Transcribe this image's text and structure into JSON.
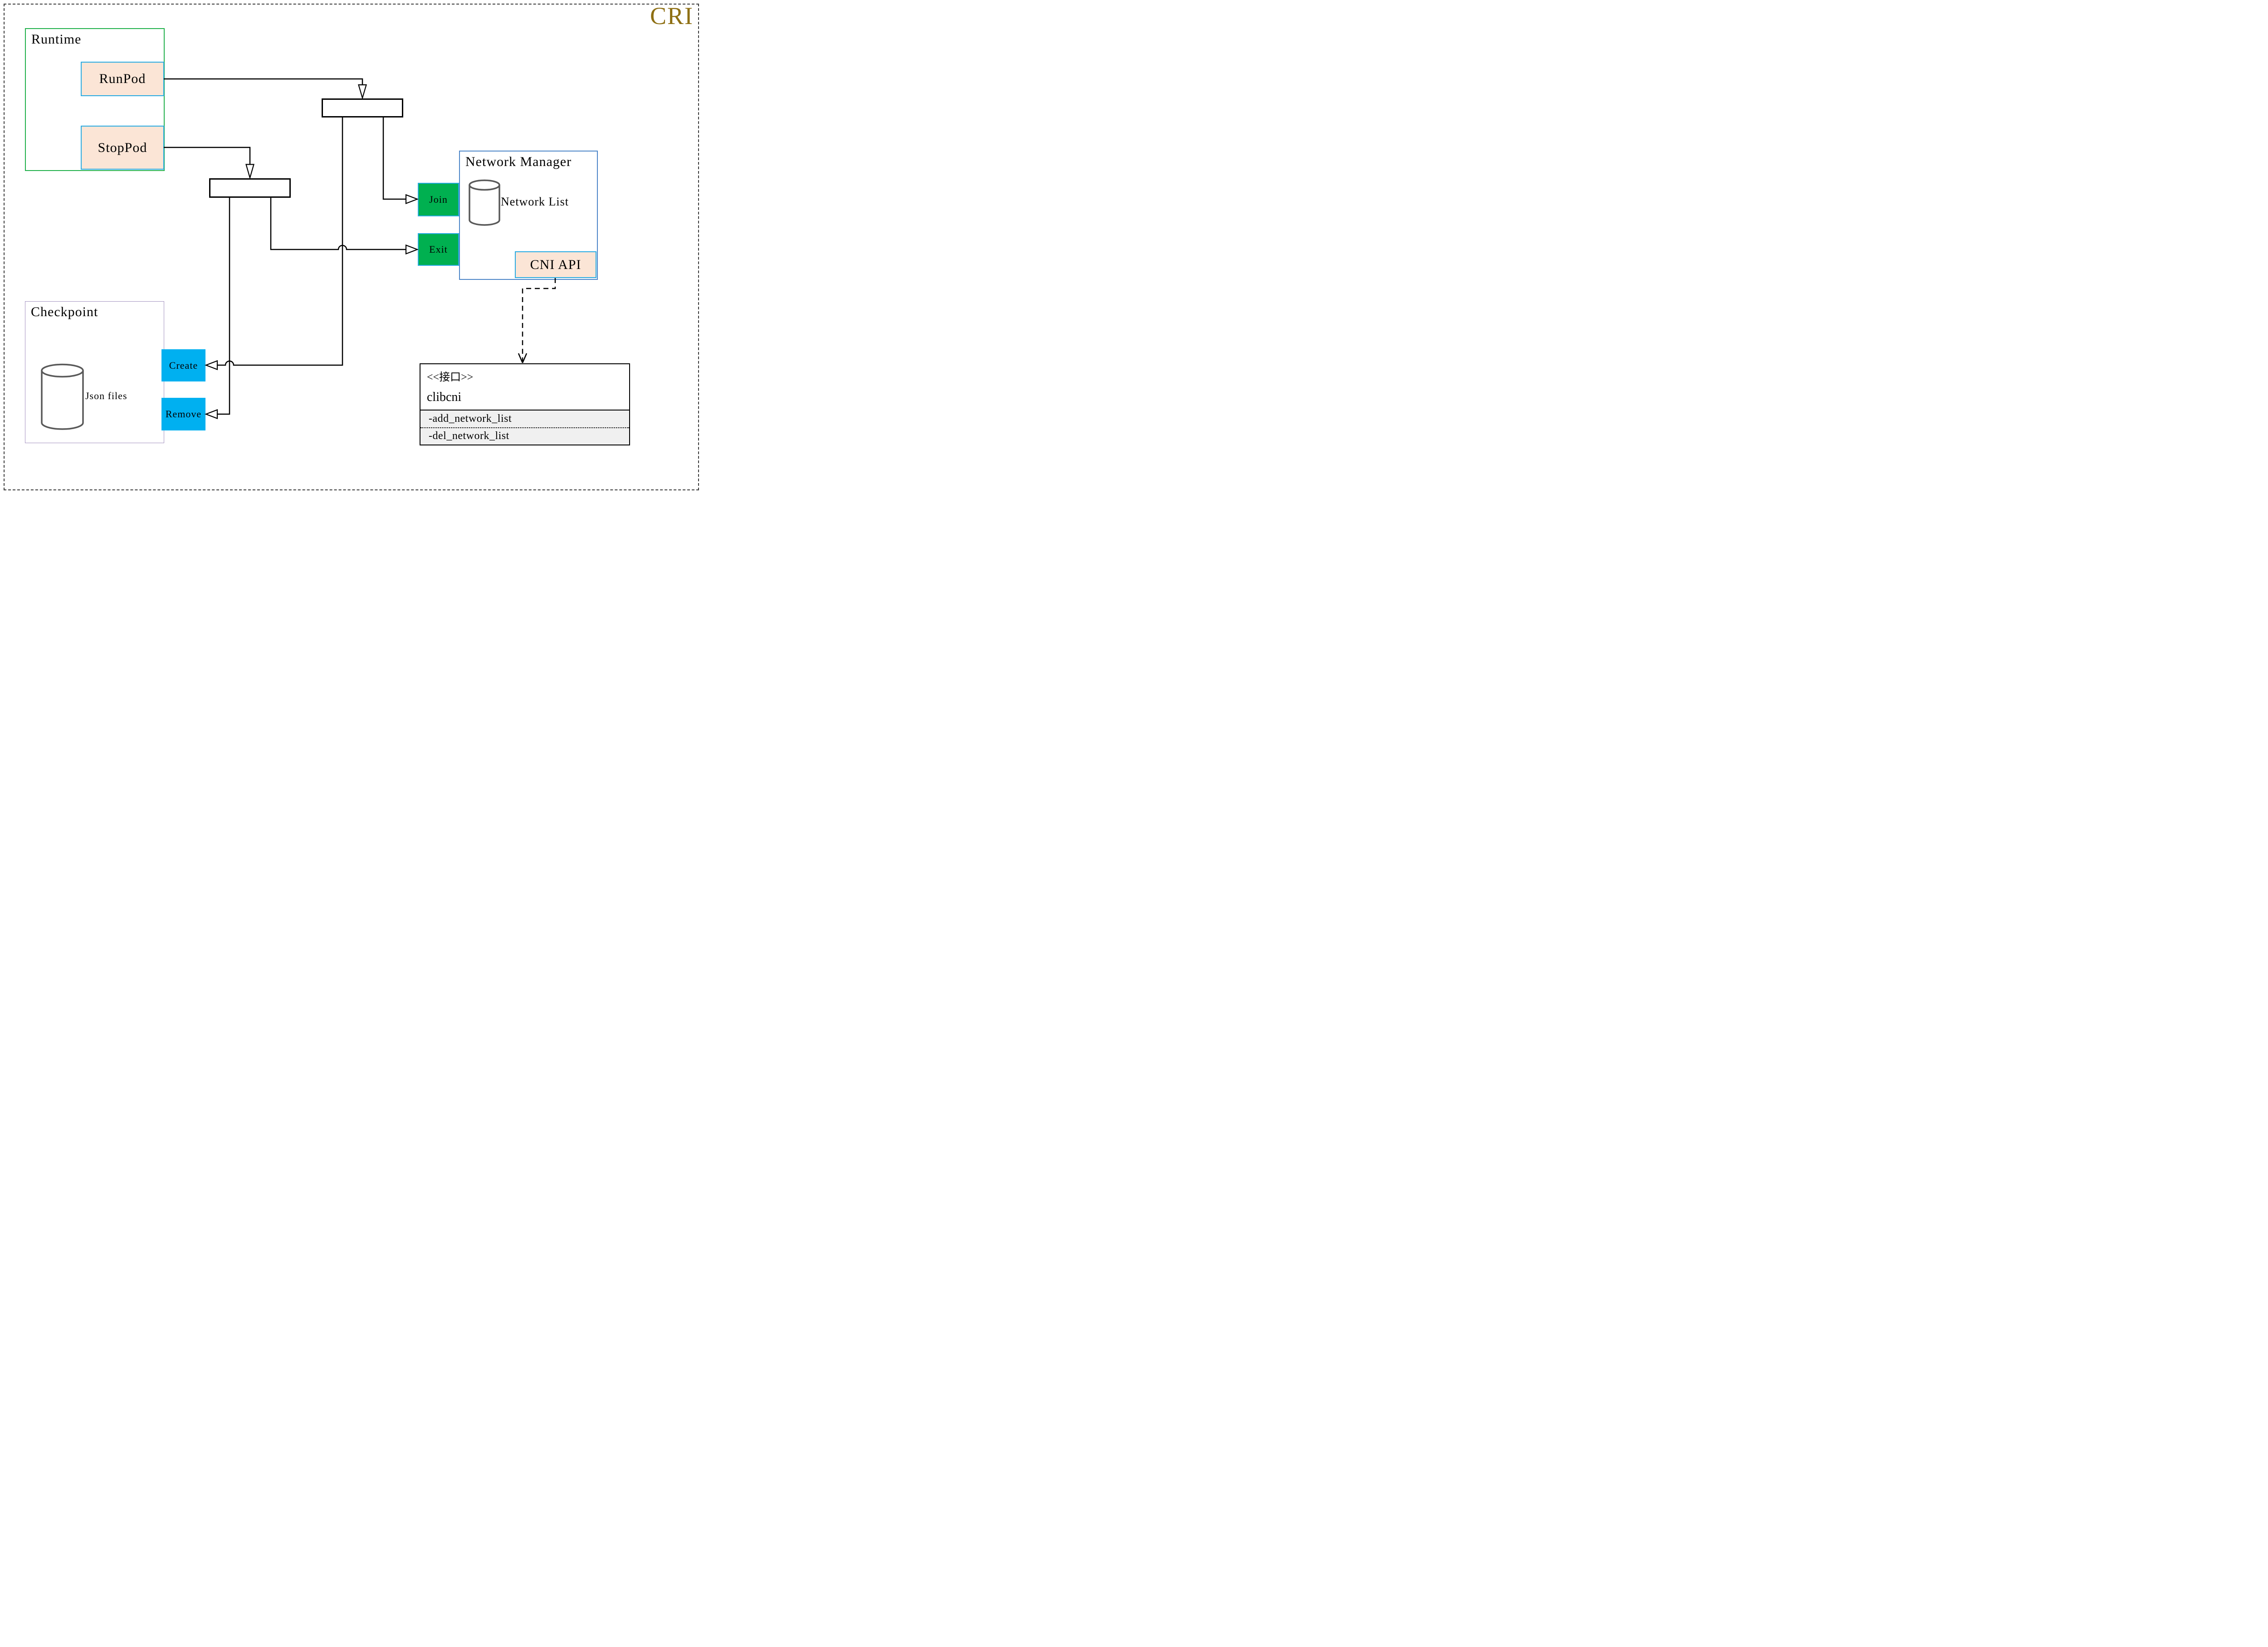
{
  "brand": "CRI",
  "colors": {
    "brand_gold": "#8E6F13",
    "runtime_border_green": "#22B14C",
    "checkpoint_border_purple": "#A493C0",
    "network_manager_border_blue": "#4E86C8",
    "button_border_cyan": "#29ABE2",
    "peach_fill": "#FBE5D6",
    "green_fill": "#00B050",
    "cyan_fill": "#00B0F0",
    "cylinder_gray": "#595959"
  },
  "runtime": {
    "label": "Runtime",
    "buttons": [
      {
        "label": "RunPod"
      },
      {
        "label": "StopPod"
      }
    ]
  },
  "checkpoint": {
    "label": "Checkpoint",
    "datastore_label": "Json files",
    "buttons": [
      {
        "label": "Create"
      },
      {
        "label": "Remove"
      }
    ]
  },
  "network_manager": {
    "label": "Network Manager",
    "datastore_label": "Network List",
    "api_label": "CNI API",
    "buttons": [
      {
        "label": "Join"
      },
      {
        "label": "Exit"
      }
    ]
  },
  "interface_class": {
    "stereotype": "<<接口>>",
    "name": "clibcni",
    "methods": [
      "-add_network_list",
      "-del_network_list"
    ]
  }
}
